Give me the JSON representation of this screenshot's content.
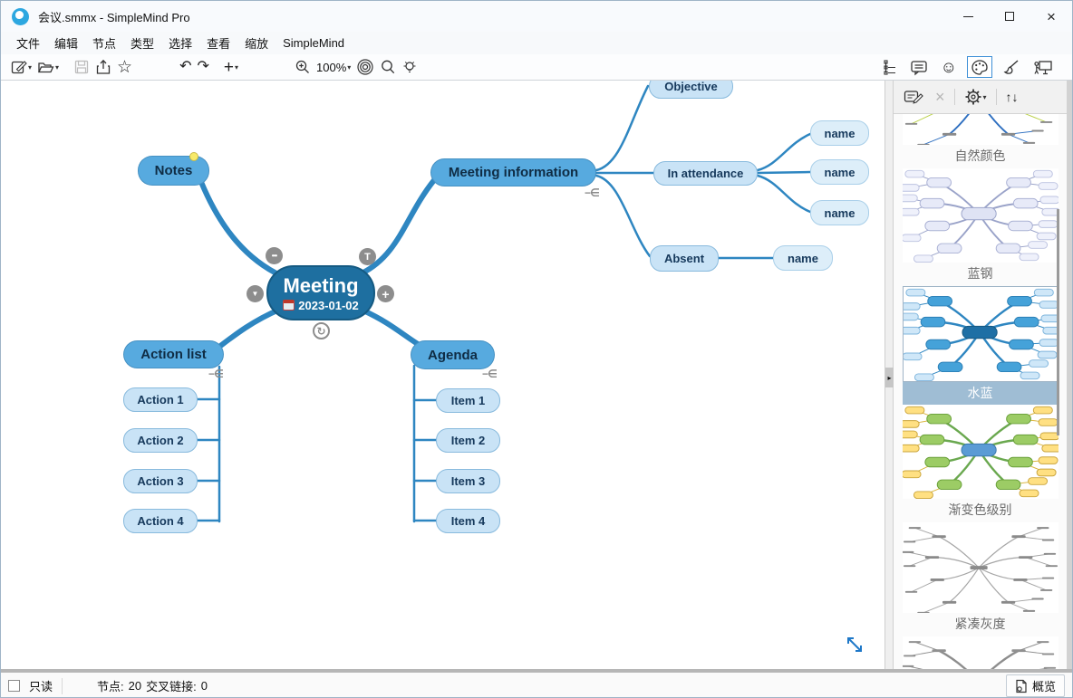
{
  "window": {
    "title": "会议.smmx - SimpleMind Pro"
  },
  "menu": {
    "items": [
      "文件",
      "编辑",
      "节点",
      "类型",
      "选择",
      "查看",
      "缩放",
      "SimpleMind"
    ]
  },
  "toolbar": {
    "zoom_level": "100%"
  },
  "icons": {
    "star": "☆",
    "undo": "↶",
    "redo": "↷",
    "plus": "+",
    "caret": "▾",
    "smiley": "☺",
    "updown": "↑↓",
    "panel-collapse": "▸",
    "rotate": "↻",
    "fold": "−∈",
    "close": "×",
    "dots": "•••",
    "text-tool": "T",
    "collapse-down": "▼",
    "add": "+"
  },
  "colors": {
    "connector": "#2e86c1",
    "node-center": "#1e6fa0",
    "node-topic": "#57aadf",
    "node-child": "#c9e3f6",
    "node-leaf": "#ddeef9",
    "selected-band": "#9fbdd4"
  },
  "mindmap": {
    "center": {
      "label": "Meeting",
      "date": "2023-01-02"
    },
    "topics": [
      {
        "label": "Notes"
      },
      {
        "label": "Meeting information",
        "children": [
          {
            "label": "Objective"
          },
          {
            "label": "In attendance",
            "children": [
              {
                "label": "name"
              },
              {
                "label": "name"
              },
              {
                "label": "name"
              }
            ]
          },
          {
            "label": "Absent",
            "children": [
              {
                "label": "name"
              }
            ]
          }
        ]
      },
      {
        "label": "Action list",
        "children": [
          {
            "label": "Action 1"
          },
          {
            "label": "Action 2"
          },
          {
            "label": "Action 3"
          },
          {
            "label": "Action 4"
          }
        ]
      },
      {
        "label": "Agenda",
        "children": [
          {
            "label": "Item 1"
          },
          {
            "label": "Item 2"
          },
          {
            "label": "Item 3"
          },
          {
            "label": "Item 4"
          }
        ]
      }
    ]
  },
  "panel": {
    "items": [
      {
        "label": "自然颜色",
        "palette": {
          "pills": false,
          "lines": [
            "#58a8d8",
            "#4caf50",
            "#b9d046",
            "#2e6fc0"
          ],
          "text": "#8a8a8a",
          "w": 2
        }
      },
      {
        "label": "蓝钢",
        "palette": {
          "pills": true,
          "line": "#9aa3c9",
          "center": "#dfe3f4",
          "centerStroke": "#9aa3c9",
          "mid": "#e7eaf8",
          "midStroke": "#aab1d4",
          "leaf": "#eff1fb",
          "leafStroke": "#bcc2e0",
          "w": 2
        }
      },
      {
        "label": "水蓝",
        "selected": true,
        "palette": {
          "pills": true,
          "line": "#2e86c1",
          "center": "#1e6fa5",
          "centerStroke": "#15577f",
          "mid": "#45a2d9",
          "midStroke": "#2b7fb5",
          "leaf": "#cfe7f8",
          "leafStroke": "#7db4dc",
          "w": 2.5
        }
      },
      {
        "label": "渐变色级别",
        "palette": {
          "pills": true,
          "line": "#6aa84f",
          "line2": "#d9b43a",
          "center": "#5b9bd5",
          "centerStroke": "#3a77ad",
          "mid": "#9ccc65",
          "midStroke": "#689f38",
          "leaf": "#ffe082",
          "leafStroke": "#caa53d",
          "w": 2.5
        }
      },
      {
        "label": "紧凑灰度",
        "palette": {
          "pills": false,
          "line": "#a5a5a5",
          "text": "#8a8a8a",
          "w": 1.2
        }
      },
      {
        "label": "",
        "palette": {
          "pills": false,
          "line": "#8d8d8d",
          "text": "#909090",
          "w": 2.5
        }
      }
    ]
  },
  "statusbar": {
    "readonly_label": "只读",
    "nodes_label": "节点:",
    "nodes_value": "20",
    "crosslinks_label": "交叉链接:",
    "crosslinks_value": "0",
    "overview_label": "概览"
  }
}
